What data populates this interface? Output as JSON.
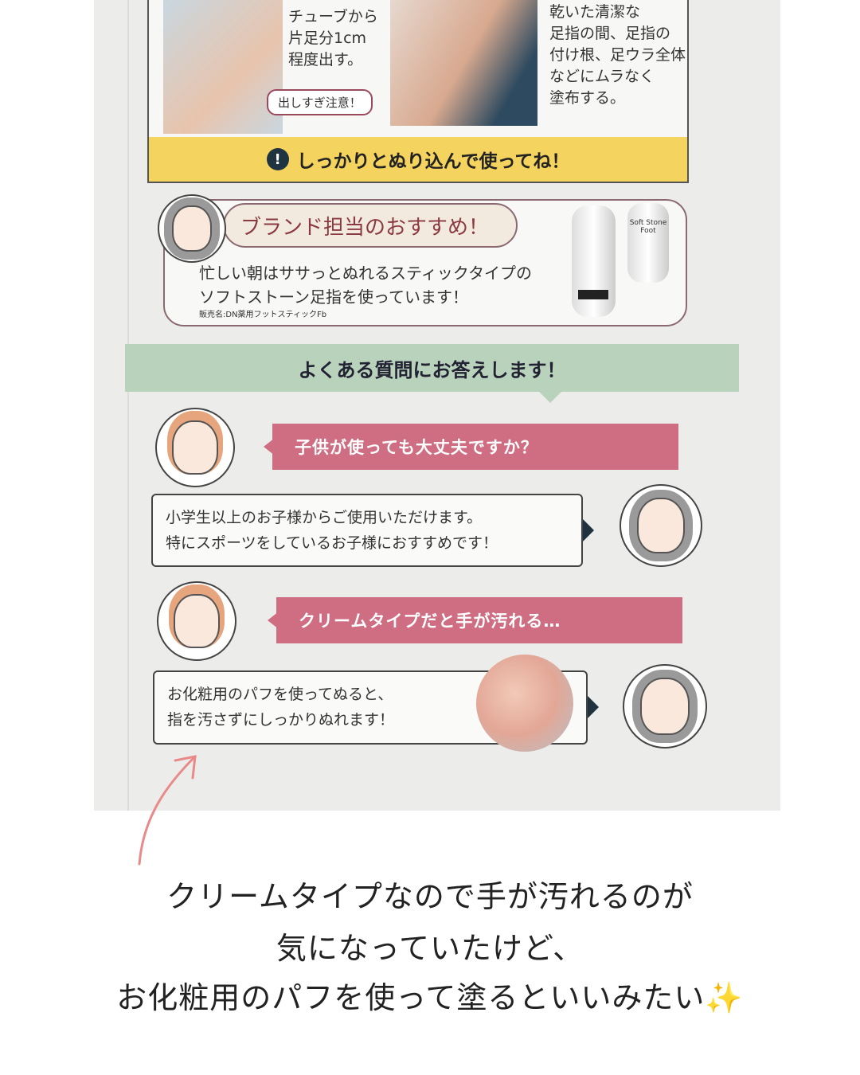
{
  "step1": {
    "lines": [
      "チューブから",
      "片足分1cm",
      "程度出す。"
    ],
    "callout": "出しすぎ注意！"
  },
  "step2": {
    "lines": [
      "乾いた清潔な",
      "足指の間、足指の",
      "付け根、足ウラ全体",
      "などにムラなく",
      "塗布する。"
    ]
  },
  "notice": "しっかりとぬり込んで使ってね！",
  "recommend": {
    "title": "ブランド担当のおすすめ！",
    "lines": [
      "忙しい朝はササっとぬれるスティックタイプの",
      "ソフトストーン足指を使っています！"
    ],
    "note": "販売名:DN薬用フットスティックFb",
    "product_label": "Soft Stone Foot"
  },
  "faq": {
    "heading": "よくある質問にお答えします！",
    "items": [
      {
        "q": "子供が使っても大丈夫ですか？",
        "a": [
          "小学生以上のお子様からご使用いただけます。",
          "特にスポーツをしているお子様におすすめです！"
        ]
      },
      {
        "q": "クリームタイプだと手が汚れる…",
        "a": [
          "お化粧用のパフを使ってぬると、",
          "指を汚さずにしっかりぬれます！"
        ]
      }
    ]
  },
  "caption": [
    "クリームタイプなので手が汚れるのが",
    "気になっていたけど、",
    "お化粧用のパフを使って塗るといいみたい✨"
  ],
  "colors": {
    "pink": "#cf6e83",
    "green": "#b9d2bb",
    "yellow": "#f4d35e",
    "arrow": "#e88a8a"
  }
}
